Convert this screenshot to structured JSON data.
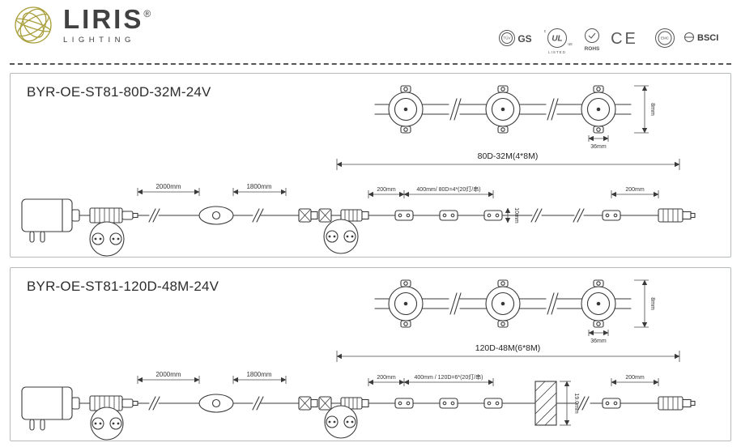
{
  "header": {
    "brand": "LIRIS",
    "registered_mark": "®",
    "tagline": "LIGHTING",
    "logo_color": "#a99f3c",
    "certs": {
      "tuv_seal": "TÜV",
      "gs": "GS",
      "ul": "UL",
      "ul_c": "c",
      "ul_us": "us",
      "ul_caption": "LISTED",
      "rohs": "ROHS",
      "ce": "CE",
      "emc": "EMC",
      "bsci": "BSCI"
    }
  },
  "section1": {
    "title": "BYR-OE-ST81-80D-32M-24V",
    "span_label": "80D-32M(4*8M)",
    "dim_2000": "2000mm",
    "dim_1800": "1800mm",
    "dim_200_left": "200mm",
    "dim_400": "400mm/ 80D=4*(20灯/串)",
    "dim_200_right": "200mm",
    "module_height": "8mm",
    "module_width": "36mm",
    "strip_height": "10mm"
  },
  "section2": {
    "title": "BYR-OE-ST81-120D-48M-24V",
    "span_label": "120D-48M(6*8M)",
    "dim_2000": "2000mm",
    "dim_1800": "1800mm",
    "dim_200_left": "200mm",
    "dim_400": "400mm / 120D=6*(20灯/串)",
    "dim_200_right": "200mm",
    "module_height": "8mm",
    "module_width": "36mm",
    "strip_height": "19.0mm"
  }
}
